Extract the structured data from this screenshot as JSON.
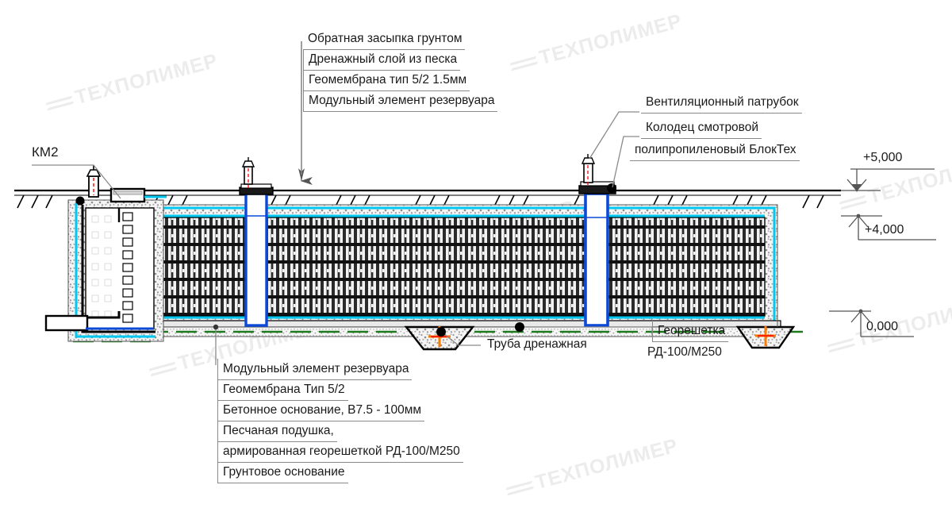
{
  "diagram": {
    "title_watermark": "ТЕХПОЛИМЕР",
    "top_labels": [
      "Обратная засыпка грунтом",
      "Дренажный слой из песка",
      "Геомембрана тип 5/2 1.5мм",
      "Модульный элемент резервуара"
    ],
    "right_labels": [
      "Вентиляционный патрубок",
      "Колодец смотровой",
      "полипропиленовый БлокТех"
    ],
    "bottom_labels": [
      "Модульный элемент резервуара",
      "Геомембрана Тип 5/2",
      "Бетонное основание, В7.5 - 100мм",
      "Песчаная подушка,",
      "армированная георешеткой РД-100/М250",
      "Грунтовое основание"
    ],
    "callouts": {
      "km2": "КМ2",
      "drain_pipe": "Труба дренажная",
      "geogrid_line1": "Георешетка",
      "geogrid_line2": "РД-100/М250"
    },
    "elevations": [
      {
        "value": "+5,000"
      },
      {
        "value": "+4,000"
      },
      {
        "value": "0,000"
      }
    ],
    "colors": {
      "line": "#000000",
      "membrane_blue": "#0b49d6",
      "water_cyan": "#00c8f0",
      "geogrid_green": "#1f7a1f",
      "pipe_red": "#ff0000",
      "pipe_orange": "#ff7a00",
      "leader_gray": "#8a8a8a",
      "watermark": "#ececec"
    }
  }
}
